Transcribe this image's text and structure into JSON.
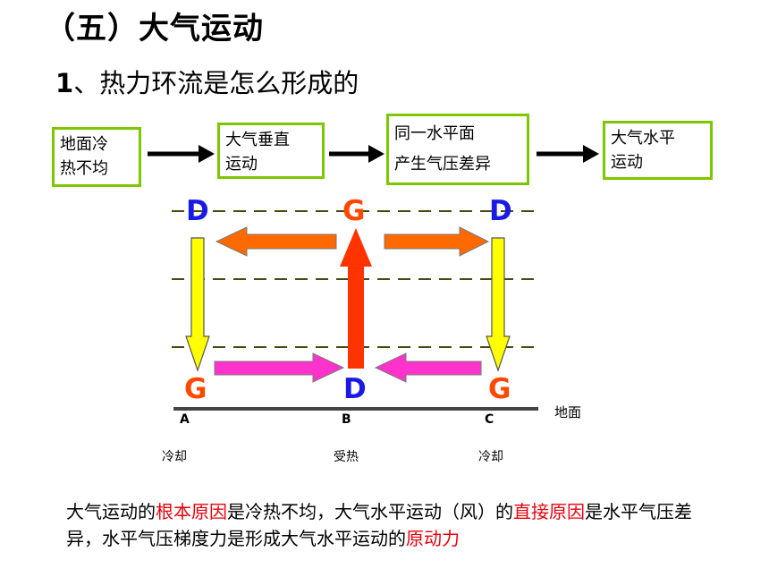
{
  "header": {
    "title": "（五）大气运动",
    "subtitle_num": "1",
    "subtitle_text": "、热力环流是怎么形成的"
  },
  "flow": {
    "box1": {
      "line1": "地面冷",
      "line2": "热不均"
    },
    "box2": {
      "line1": "大气垂直",
      "line2": "运动"
    },
    "box3": {
      "line1": "同一水平面",
      "line2": "产生气压差异"
    },
    "box4": {
      "line1": "大气水平",
      "line2": "运动"
    }
  },
  "diagram": {
    "top_labels": {
      "left": "D",
      "middle": "G",
      "right": "D"
    },
    "bottom_labels": {
      "left": "G",
      "middle": "D",
      "right": "G"
    },
    "points": {
      "a": "A",
      "b": "B",
      "c": "C"
    },
    "captions": {
      "a": "冷却",
      "b": "受热",
      "c": "冷却"
    },
    "ground": "地面",
    "colors": {
      "blue": "#1a1ae6",
      "orange_red": "#ff4800",
      "yellow": "#ffff00",
      "orange": "#ff6a00",
      "magenta": "#ff33cc",
      "red_up": "#ff3300",
      "box_border": "#7ec600",
      "dash": "#4a4a10"
    }
  },
  "conclusion": {
    "t1": "大气运动的",
    "t2": "根本原因",
    "t3": "是冷热不均，大气水平运动（风）的",
    "t4": "直接原因",
    "t5": "是水平气压差异，水平气压梯度力是形成大气水平运动的",
    "t6": "原动力"
  }
}
